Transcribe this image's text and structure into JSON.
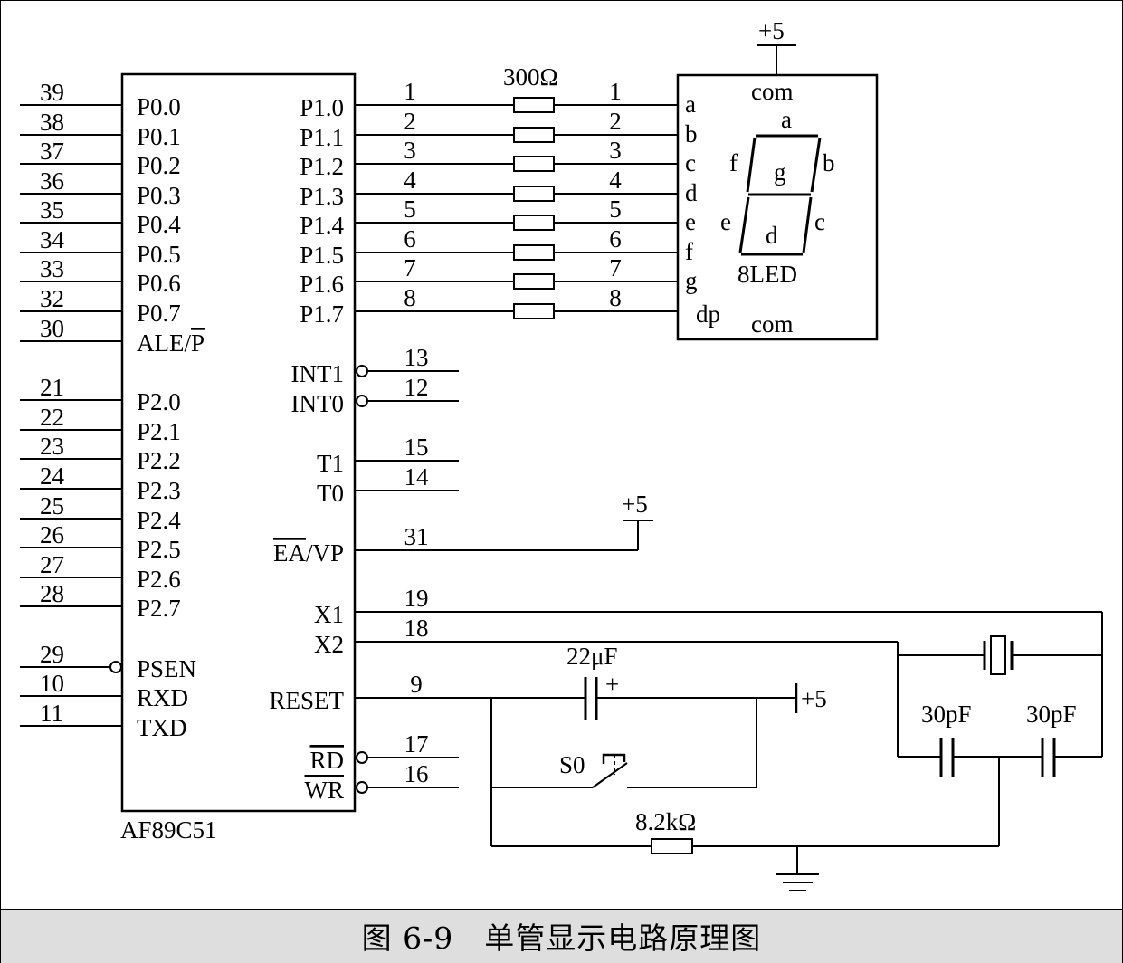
{
  "chip": {
    "name": "AF89C51",
    "left_pins": [
      {
        "num": "39",
        "label": "P0.0"
      },
      {
        "num": "38",
        "label": "P0.1"
      },
      {
        "num": "37",
        "label": "P0.2"
      },
      {
        "num": "36",
        "label": "P0.3"
      },
      {
        "num": "35",
        "label": "P0.4"
      },
      {
        "num": "34",
        "label": "P0.5"
      },
      {
        "num": "33",
        "label": "P0.6"
      },
      {
        "num": "32",
        "label": "P0.7"
      },
      {
        "num": "30",
        "label": "ALE/",
        "overbar": "P"
      },
      {
        "num": "21",
        "label": "P2.0"
      },
      {
        "num": "22",
        "label": "P2.1"
      },
      {
        "num": "23",
        "label": "P2.2"
      },
      {
        "num": "24",
        "label": "P2.3"
      },
      {
        "num": "25",
        "label": "P2.4"
      },
      {
        "num": "26",
        "label": "P2.5"
      },
      {
        "num": "27",
        "label": "P2.6"
      },
      {
        "num": "28",
        "label": "P2.7"
      },
      {
        "num": "29",
        "label": "PSEN"
      },
      {
        "num": "10",
        "label": "RXD"
      },
      {
        "num": "11",
        "label": "TXD"
      }
    ],
    "right_pins": [
      {
        "num": "1",
        "label": "P1.0"
      },
      {
        "num": "2",
        "label": "P1.1"
      },
      {
        "num": "3",
        "label": "P1.2"
      },
      {
        "num": "4",
        "label": "P1.3"
      },
      {
        "num": "5",
        "label": "P1.4"
      },
      {
        "num": "6",
        "label": "P1.5"
      },
      {
        "num": "7",
        "label": "P1.6"
      },
      {
        "num": "8",
        "label": "P1.7"
      },
      {
        "num": "13",
        "label": "INT1"
      },
      {
        "num": "12",
        "label": "INT0"
      },
      {
        "num": "15",
        "label": "T1"
      },
      {
        "num": "14",
        "label": "T0"
      },
      {
        "num": "31",
        "label": "/VP",
        "overbar": "EA"
      },
      {
        "num": "19",
        "label": "X1"
      },
      {
        "num": "18",
        "label": "X2"
      },
      {
        "num": "9",
        "label": "RESET"
      },
      {
        "num": "17",
        "label": "",
        "overbar": "RD"
      },
      {
        "num": "16",
        "label": "",
        "overbar": "WR"
      }
    ]
  },
  "resistor_array": {
    "label": "300Ω",
    "out_nums": [
      "1",
      "2",
      "3",
      "4",
      "5",
      "6",
      "7",
      "8"
    ]
  },
  "display": {
    "name": "8LED",
    "vcc": "+5",
    "com_top": "com",
    "com_bottom": "com",
    "inputs": [
      "a",
      "b",
      "c",
      "d",
      "e",
      "f",
      "g",
      "dp"
    ],
    "segments": {
      "a": "a",
      "b": "b",
      "c": "c",
      "d": "d",
      "e": "e",
      "f": "f",
      "g": "g"
    }
  },
  "ea_supply": "+5",
  "reset_circuit": {
    "capacitor": "22μF",
    "cap_plus": "+",
    "supply": "+5",
    "switch": "S0",
    "resistor": "8.2kΩ"
  },
  "crystal": {
    "cap1": "30pF",
    "cap2": "30pF"
  },
  "caption": "图 6-9　单管显示电路原理图"
}
